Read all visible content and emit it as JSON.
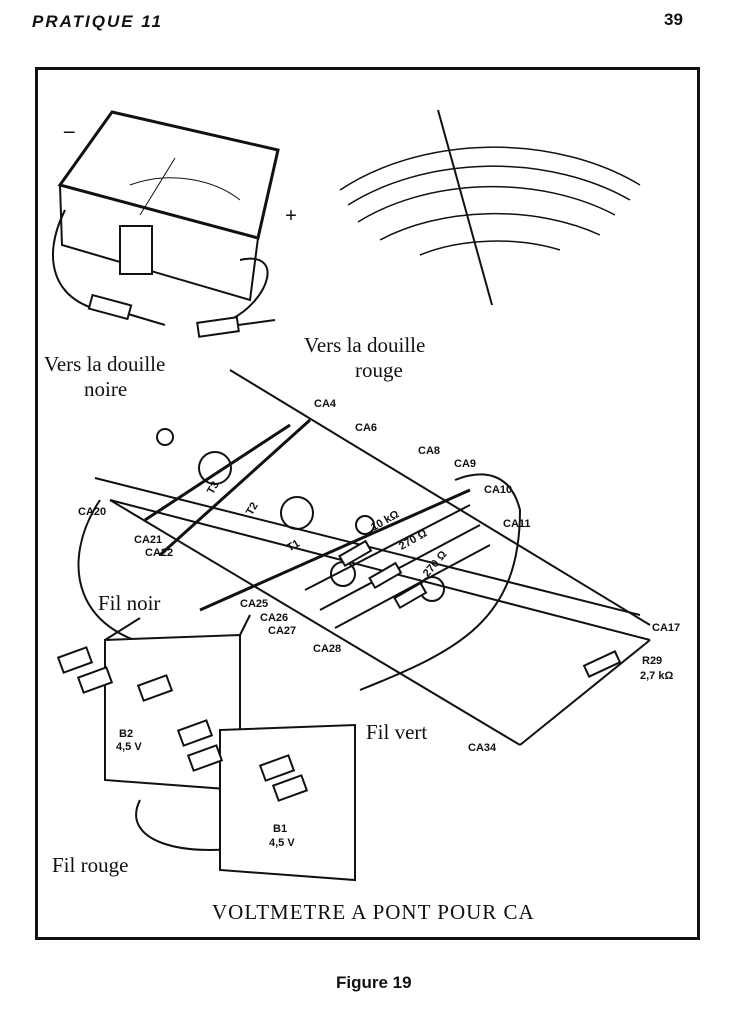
{
  "header": {
    "section": "PRATIQUE 11",
    "page_number": "39"
  },
  "labels": {
    "noire_line1": "Vers la douille",
    "noire_line2": "noire",
    "rouge_line1": "Vers la douille",
    "rouge_line2": "rouge",
    "fil_noir": "Fil noir",
    "fil_vert": "Fil vert",
    "fil_rouge": "Fil rouge",
    "minus": "–",
    "plus": "+"
  },
  "components": {
    "ca4": "CA4",
    "ca6": "CA6",
    "ca8": "CA8",
    "ca9": "CA9",
    "ca10": "CA10",
    "ca11": "CA11",
    "ca17": "CA17",
    "ca20": "CA20",
    "ca21": "CA21",
    "ca22": "CA22",
    "ca25": "CA25",
    "ca26": "CA26",
    "ca27": "CA27",
    "ca28": "CA28",
    "ca34": "CA34",
    "t1": "T1",
    "t2": "T2",
    "t3": "T3",
    "r10k": "10 kΩ",
    "r270a": "270 Ω",
    "r270b": "270 Ω",
    "r29": "R29",
    "r29_value": "2,7 kΩ",
    "b1": "B1",
    "b1_v": "4,5 V",
    "b2": "B2",
    "b2_v": "4,5 V"
  },
  "caption": "VOLTMETRE A PONT POUR CA",
  "figure_label": "Figure 19"
}
